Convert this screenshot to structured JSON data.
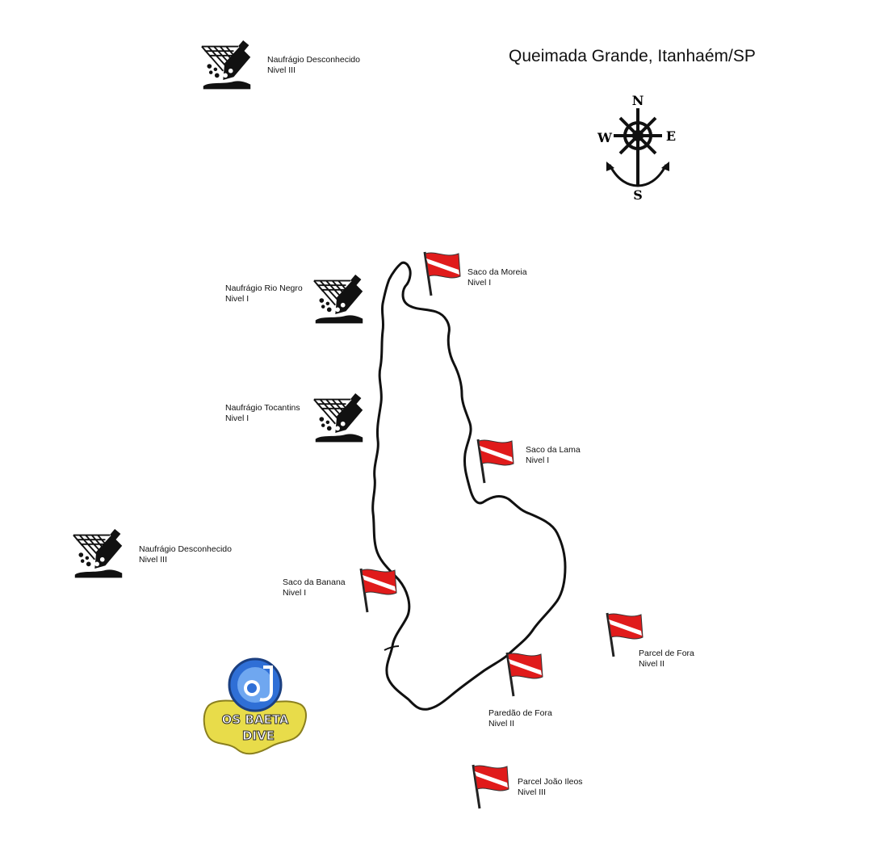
{
  "map": {
    "title": "Queimada Grande, Itanhaém/SP",
    "compass": {
      "n": "N",
      "s": "S",
      "e": "E",
      "w": "W"
    },
    "logo": {
      "line1": "OS BAETA",
      "line2": "DIVE"
    },
    "colors": {
      "flag_red": "#e01b1b",
      "outline": "#111111",
      "logo_yellow": "#e8dc4a",
      "logo_blue": "#2f6fd6"
    },
    "wrecks": [
      {
        "name": "Naufrágio Desconhecido",
        "level": "Nivel III",
        "icon": "shipwreck-icon"
      },
      {
        "name": "Naufrágio Rio Negro",
        "level": "Nivel I",
        "icon": "shipwreck-icon"
      },
      {
        "name": "Naufrágio Tocantins",
        "level": "Nivel I",
        "icon": "shipwreck-icon"
      },
      {
        "name": "Naufrágio Desconhecido",
        "level": "Nivel III",
        "icon": "shipwreck-icon"
      }
    ],
    "dive_sites": [
      {
        "name": "Saco da Moreia",
        "level": "Nivel I",
        "icon": "dive-flag-icon"
      },
      {
        "name": "Saco da Lama",
        "level": "Nivel I",
        "icon": "dive-flag-icon"
      },
      {
        "name": "Saco da Banana",
        "level": "Nivel I",
        "icon": "dive-flag-icon"
      },
      {
        "name": "Parcel de Fora",
        "level": "Nivel II",
        "icon": "dive-flag-icon"
      },
      {
        "name": "Paredão de Fora",
        "level": "Nivel II",
        "icon": "dive-flag-icon"
      },
      {
        "name": "Parcel João Ileos",
        "level": "Nivel III",
        "icon": "dive-flag-icon"
      }
    ]
  }
}
